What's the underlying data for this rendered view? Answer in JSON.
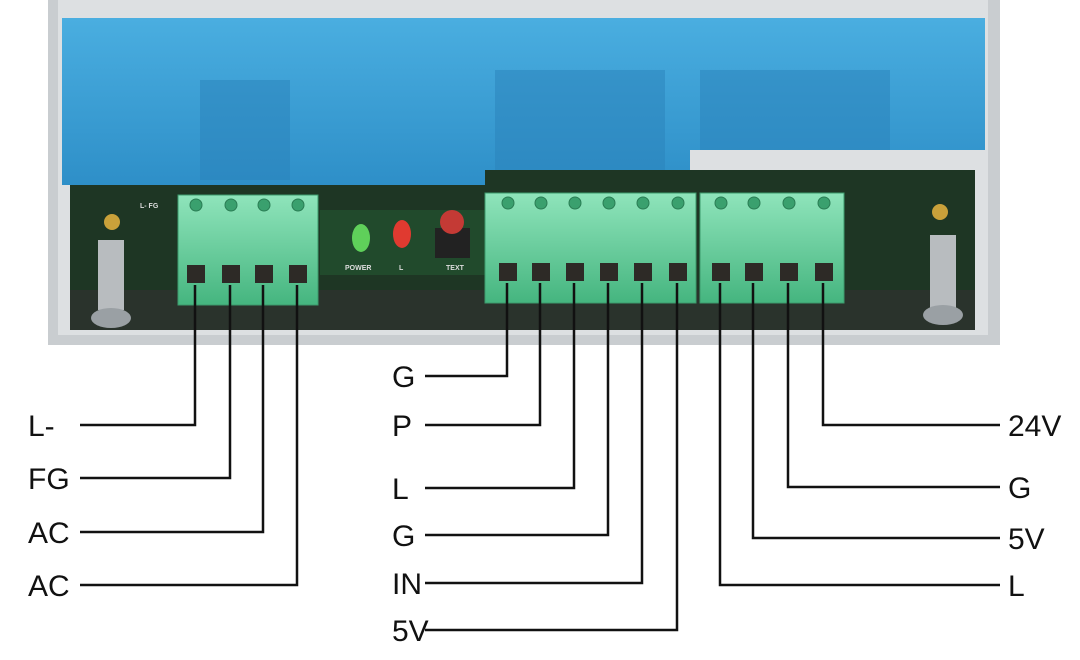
{
  "board_markings": {
    "power": "POWER",
    "l": "L",
    "test": "TEXT",
    "strip": "L- FG"
  },
  "left_terminals": [
    {
      "label": "L-"
    },
    {
      "label": "FG"
    },
    {
      "label": "AC"
    },
    {
      "label": "AC"
    }
  ],
  "middle_terminals": [
    {
      "label": "G"
    },
    {
      "label": "P"
    },
    {
      "label": "L"
    },
    {
      "label": "G"
    },
    {
      "label": "IN"
    },
    {
      "label": "5V"
    }
  ],
  "right_terminals": [
    {
      "label": "L"
    },
    {
      "label": "5V"
    },
    {
      "label": "G"
    },
    {
      "label": "24V"
    }
  ],
  "colors": {
    "cover": "#3a9fd6",
    "pcb": "#1f3a24",
    "terminal": "#5fcf98",
    "case": "#cfd3d6"
  }
}
